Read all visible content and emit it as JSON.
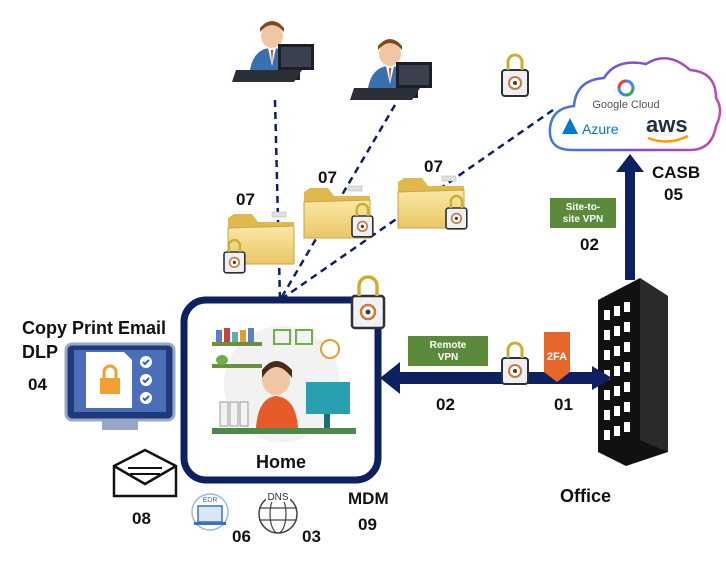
{
  "labels": {
    "home": "Home",
    "office": "Office",
    "casb": "CASB",
    "casb_num": "05",
    "dlp_line1": "Copy Print Email",
    "dlp_line2": "DLP",
    "dlp_num": "04",
    "remote_vpn": "Remote VPN",
    "remote_vpn_num": "02",
    "two_fa_num": "01",
    "site_vpn": "Site-to-site VPN",
    "site_vpn_num": "02",
    "mdm": "MDM",
    "mdm_num": "09",
    "email_num": "08",
    "edr_num": "06",
    "dns_num": "03",
    "folder_num_1": "07",
    "folder_num_2": "07",
    "folder_num_3": "07"
  },
  "badges": {
    "two_fa": "2FA",
    "edr": "EDR",
    "dns": "DNS"
  },
  "cloud": {
    "google": "Google Cloud",
    "azure": "Azure",
    "aws": "aws"
  },
  "colors": {
    "navy": "#0d2160",
    "vpn_green": "#5b8a3a",
    "folder": "#f3d98b",
    "tfa_orange": "#e8662a"
  }
}
